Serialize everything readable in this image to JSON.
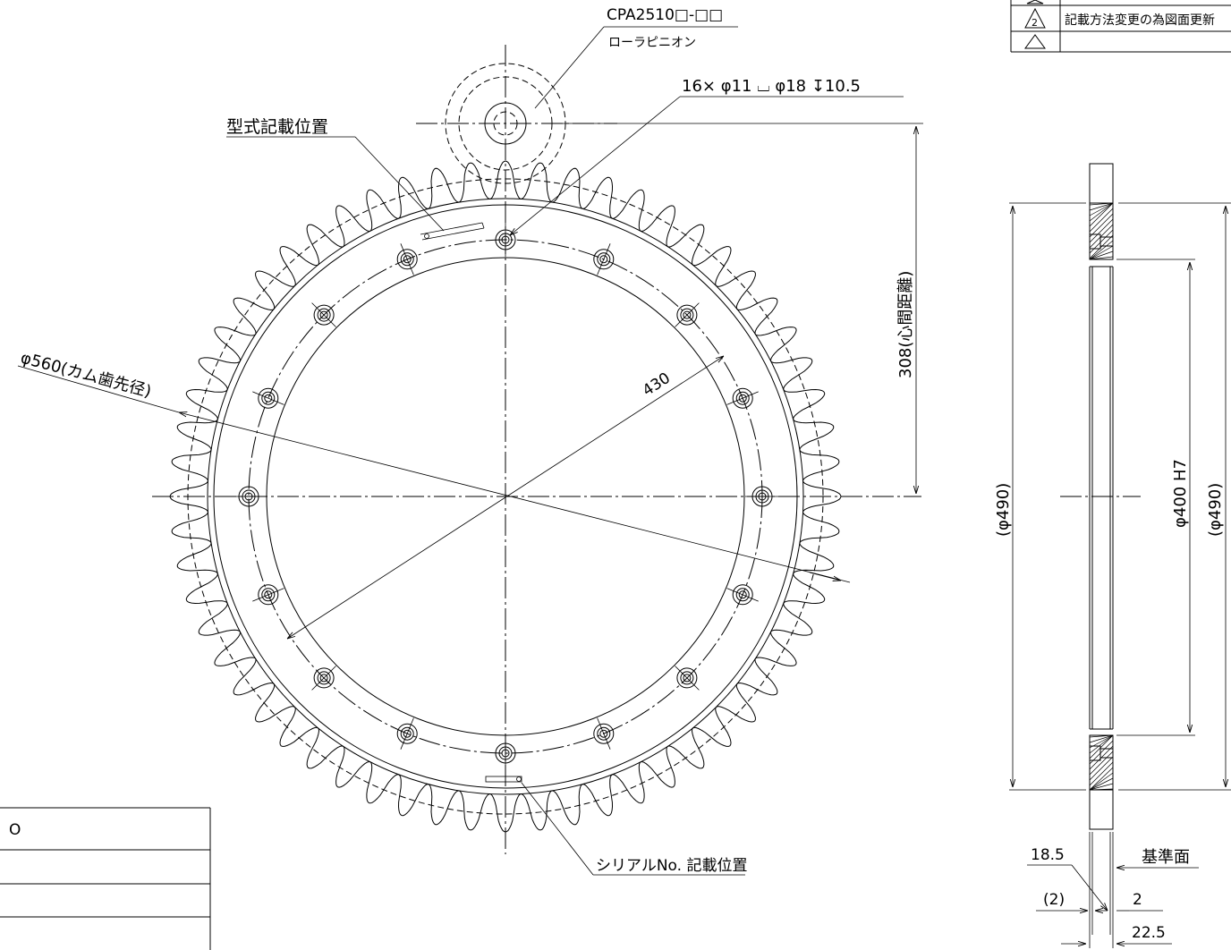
{
  "labels": {
    "pinion_model": "CPA2510□-□□",
    "pinion_name": "ローラピニオン",
    "holes": "16× φ11 ⌴ φ18 ↧10.5",
    "model_position": "型式記載位置",
    "center_distance": "308(心間距離)",
    "cam_tip": "φ560(カム歯先径)",
    "radius": "430",
    "serial_position": "シリアルNo. 記載位置",
    "side_dia_left": "(φ490)",
    "side_bore": "φ400 H7",
    "side_dia_right": "(φ490)",
    "dim_18_5": "18.5",
    "reference_face": "基準面",
    "dim_2_paren": "(2)",
    "dim_2": "2",
    "dim_22_5": "22.5",
    "title_cell": "O"
  },
  "revision": {
    "mark": "2",
    "note": "記載方法変更の為図面更新"
  }
}
